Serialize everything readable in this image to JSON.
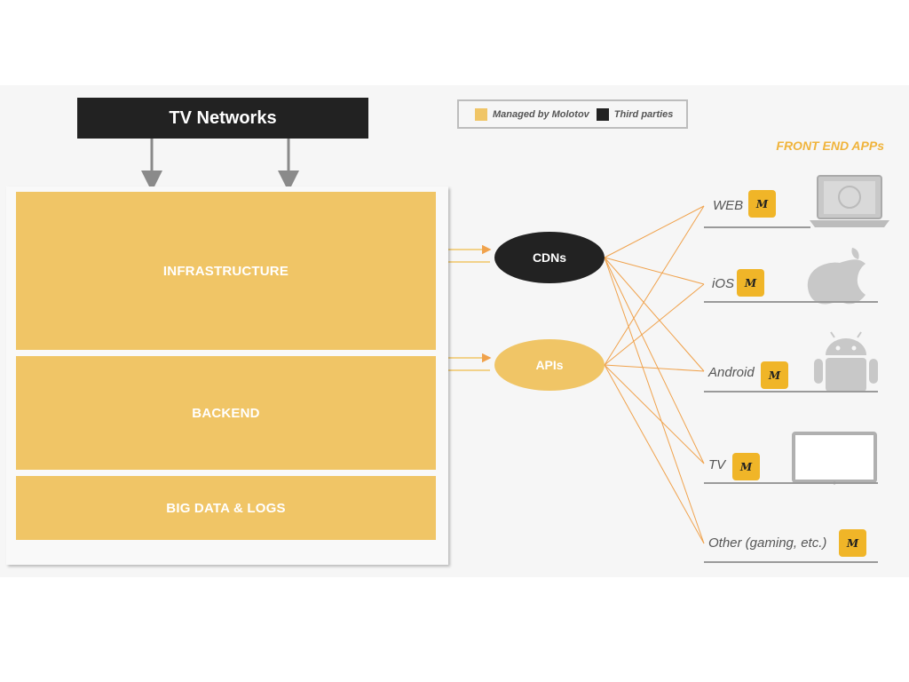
{
  "top_source": {
    "label": "TV Networks"
  },
  "legend": {
    "managed_label": "Managed by Molotov",
    "managed_color": "#f0c566",
    "third_label": "Third parties",
    "third_color": "#222222"
  },
  "platform": {
    "blocks": [
      {
        "label": "INFRASTRUCTURE"
      },
      {
        "label": "BACKEND"
      },
      {
        "label": "BIG DATA & LOGS"
      }
    ]
  },
  "services": {
    "cdns": {
      "label": "CDNs",
      "color": "#222222"
    },
    "apis": {
      "label": "APIs",
      "color": "#f0c566"
    }
  },
  "front_end": {
    "title": "FRONT END APPs",
    "badge_text": "M",
    "apps": [
      {
        "label": "WEB",
        "icon": "laptop-icon"
      },
      {
        "label": "iOS",
        "icon": "apple-icon"
      },
      {
        "label": "Android",
        "icon": "android-icon"
      },
      {
        "label": "TV",
        "icon": "tv-icon"
      },
      {
        "label": "Other (gaming, etc.)",
        "icon": ""
      }
    ]
  },
  "colors": {
    "connector": "#f0a24c",
    "arrow_gray": "#8a8a8a"
  }
}
